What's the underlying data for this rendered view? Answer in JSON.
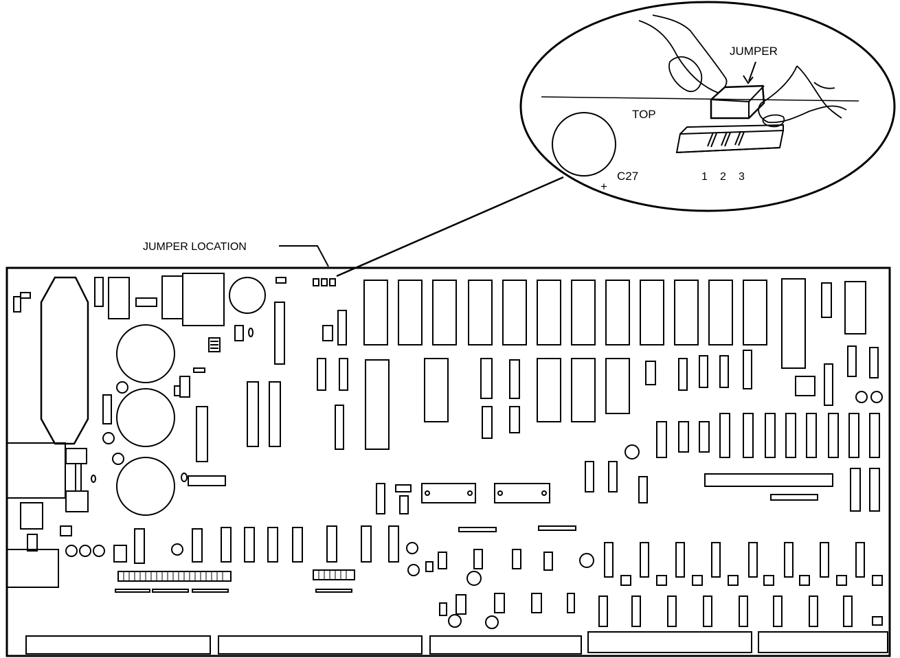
{
  "callout": {
    "jumper_label": "JUMPER",
    "top_label": "TOP",
    "capacitor_label": "C27",
    "polarity_mark": "+",
    "pins": [
      "1",
      "2",
      "3"
    ]
  },
  "board": {
    "jumper_location_label": "JUMPER LOCATION"
  }
}
